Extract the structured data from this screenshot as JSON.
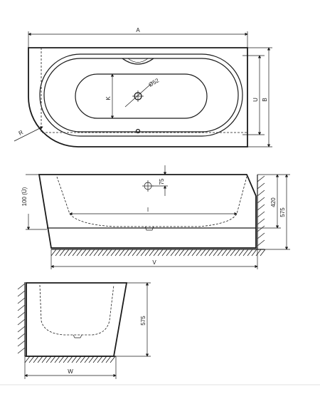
{
  "drawing": {
    "top_view": {
      "labels": {
        "A": "A",
        "U": "U",
        "B": "B",
        "K": "K",
        "R": "R",
        "drain": "Ø52"
      }
    },
    "front_view": {
      "labels": {
        "depth_100": "100 (Ü)",
        "overflow_75": "75",
        "inner_l": "l",
        "h_420": "420",
        "h_575": "575",
        "V": "V"
      }
    },
    "side_view": {
      "labels": {
        "h_575": "575",
        "W": "W"
      }
    }
  }
}
